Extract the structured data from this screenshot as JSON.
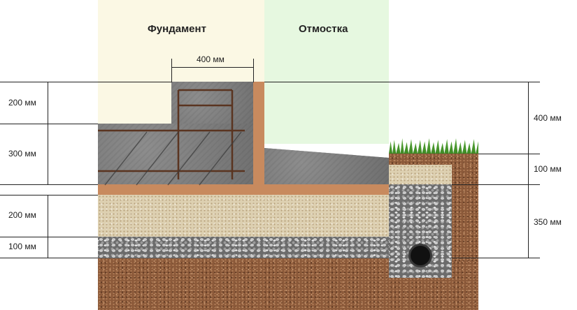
{
  "headers": {
    "foundation": "Фундамент",
    "blind_area": "Отмостка"
  },
  "dims": {
    "width_top": "400 мм",
    "left_1": "200 мм",
    "left_2": "300 мм",
    "left_3": "200 мм",
    "left_4": "100 мм",
    "right_1": "400 мм",
    "right_2": "100 мм",
    "right_3": "350 мм"
  },
  "colors": {
    "foundation_zone": "#fbf8e4",
    "blind_area_zone": "#e6f8e0",
    "concrete": "#7c7c7c",
    "formwork": "#c88a5e",
    "sand": "#ddd0b1",
    "gravel": "#6b6b6b",
    "soil": "#8c5a3a",
    "grass": "#4e9c30"
  }
}
